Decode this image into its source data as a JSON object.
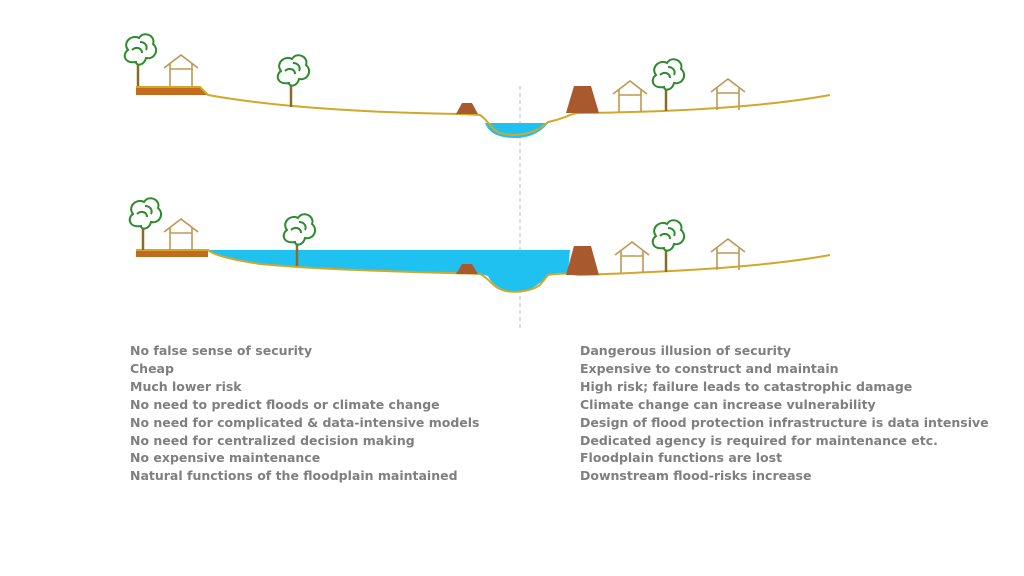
{
  "colors": {
    "water": "#1fc1f0",
    "ground_line": "#d0a82a",
    "embankment": "#a8592d",
    "terrace": "#c26a1e",
    "house": "#bd9752",
    "tree_foliage": "#2e8b2e",
    "tree_trunk": "#8c6a2c",
    "divider": "#bbbbbb",
    "text": "#7f7f7f"
  },
  "left_column": {
    "items": [
      "No false sense of security",
      "Cheap",
      "Much lower risk",
      "No need to predict floods or climate change",
      "No need for complicated & data-intensive models",
      "No need for centralized decision making",
      "No expensive maintenance",
      "Natural functions of the floodplain maintained"
    ]
  },
  "right_column": {
    "items": [
      "Dangerous illusion of security",
      "Expensive to construct and maintain",
      "High risk; failure leads to catastrophic damage",
      "Climate change can increase vulnerability",
      "Design of flood protection infrastructure is data intensive",
      "Dedicated agency is required for maintenance etc.",
      "Floodplain functions are lost",
      "Downstream flood-risks increase"
    ]
  }
}
